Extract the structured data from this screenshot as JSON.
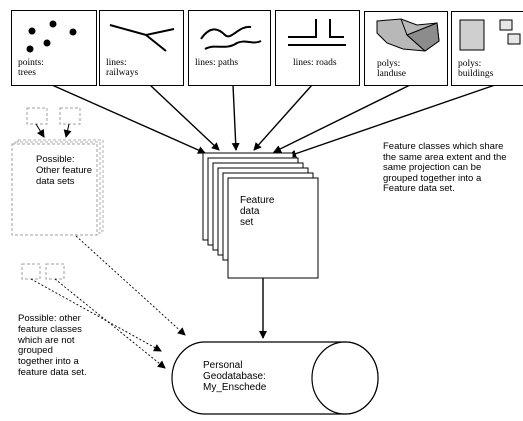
{
  "feature_classes": [
    {
      "id": "trees",
      "label": "points:\ntrees",
      "icon": "points-icon"
    },
    {
      "id": "railways",
      "label": "lines:\nrailways",
      "icon": "railways-lines-icon"
    },
    {
      "id": "paths",
      "label": "lines: paths",
      "icon": "paths-lines-icon"
    },
    {
      "id": "roads",
      "label": "lines: roads",
      "icon": "roads-lines-icon"
    },
    {
      "id": "landuse",
      "label": "polys:\nlanduse",
      "icon": "landuse-polygons-icon"
    },
    {
      "id": "buildings",
      "label": "polys:\nbuildings",
      "icon": "buildings-polygons-icon"
    }
  ],
  "other_feature_data_sets": {
    "label": "Possible:\nOther feature\ndata sets"
  },
  "feature_data_set": {
    "label": "Feature\ndata\nset"
  },
  "explanation_note": "Feature classes which share\nthe same area extent and the\nsame projection can be\ngrouped together into a\nFeature data set.",
  "ungrouped_note": "Possible: other\nfeature classes\nwhich are not\ngrouped\ntogether into a\nfeature data set.",
  "geodatabase": {
    "label": "Personal\nGeodatabase:\nMy_Enschede"
  },
  "colors": {
    "line": "#000000",
    "dashed": "#a0a0a0",
    "landuse_fill": "#b8b8b8",
    "buildings_fill": "#cfcfcf"
  }
}
